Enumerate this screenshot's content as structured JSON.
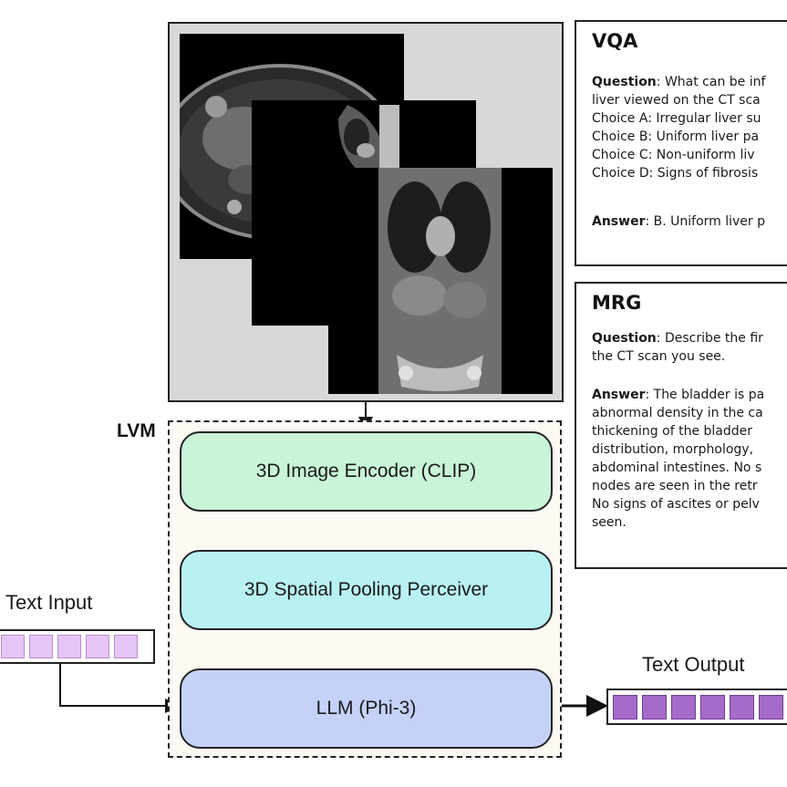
{
  "diagram": {
    "colors": {
      "encoder": "#c9f4d8",
      "pooling": "#b9f1f2",
      "llm": "#c5d2f8",
      "input_token": "#e6c6f6",
      "output_token": "#a66ac8"
    },
    "lvm_label": "LVM",
    "modules": {
      "encoder": "3D Image Encoder (CLIP)",
      "pooling": "3D Spatial Pooling Perceiver",
      "llm": "LLM (Phi-3)"
    },
    "text_input_label": "Text Input",
    "text_output_label": "Text Output",
    "input_token_count": 5,
    "output_token_count": 6,
    "vqa": {
      "title": "VQA",
      "question_label": "Question",
      "question_lines": [
        ": What can be inf",
        "liver viewed on the CT sca"
      ],
      "choices": [
        "Choice A: Irregular liver su",
        "Choice B: Uniform liver pa",
        "Choice C: Non-uniform liv",
        "Choice D: Signs of fibrosis"
      ],
      "answer_label": "Answer",
      "answer_text": ": B. Uniform liver p"
    },
    "mrg": {
      "title": "MRG",
      "question_label": "Question",
      "question_lines": [
        ": Describe the fir",
        "the CT scan you see."
      ],
      "answer_label": "Answer",
      "answer_lines": [
        ": The bladder is pa",
        "abnormal density in the ca",
        "thickening of the bladder",
        "distribution, morphology,",
        "abdominal intestines. No s",
        "nodes are seen in the retr",
        "No signs of ascites or pelv",
        "seen."
      ]
    }
  }
}
